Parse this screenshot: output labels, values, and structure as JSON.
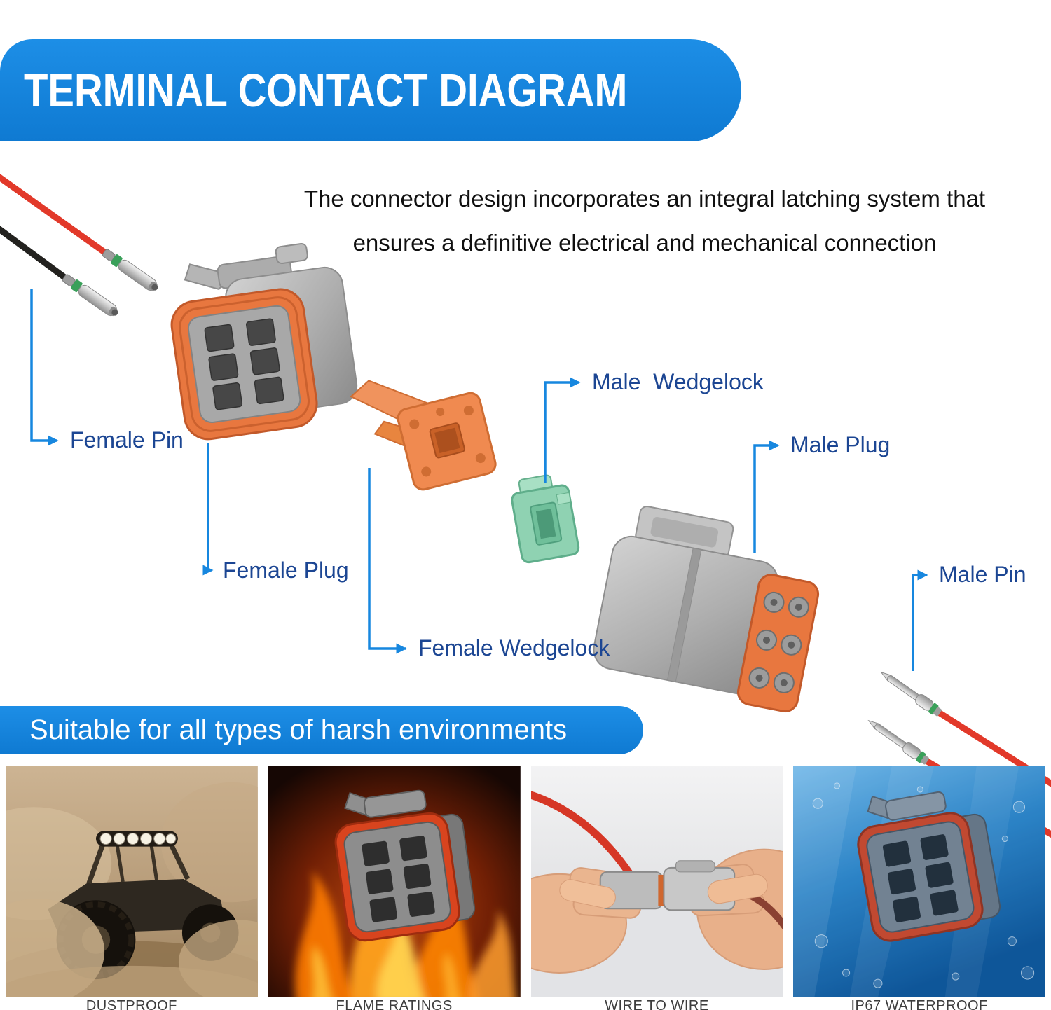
{
  "header": {
    "title": "TERMINAL CONTACT DIAGRAM"
  },
  "description": {
    "line1": "The connector design incorporates an integral latching system that",
    "line2": "ensures a definitive electrical and mechanical connection"
  },
  "diagram": {
    "labels": {
      "female_pin": "Female Pin",
      "female_plug": "Female Plug",
      "female_wedgelock": "Female Wedgelock",
      "male_wedgelock": "Male  Wedgelock",
      "male_plug": "Male Plug",
      "male_pin": "Male Pin"
    }
  },
  "banner": {
    "text": "Suitable for all types of harsh environments"
  },
  "features": [
    {
      "caption": "DUSTPROOF"
    },
    {
      "caption": "FLAME RATINGS"
    },
    {
      "caption": "WIRE TO WIRE"
    },
    {
      "caption": "IP67 WATERPROOF"
    }
  ],
  "colors": {
    "banner_blue": "#1787df",
    "label_blue": "#1c4693",
    "leader_blue": "#1787df",
    "seal_orange": "#e8773f",
    "wedgelock_green": "#8fd2b2",
    "wire_red": "#e2392a",
    "wire_black": "#23221f"
  }
}
